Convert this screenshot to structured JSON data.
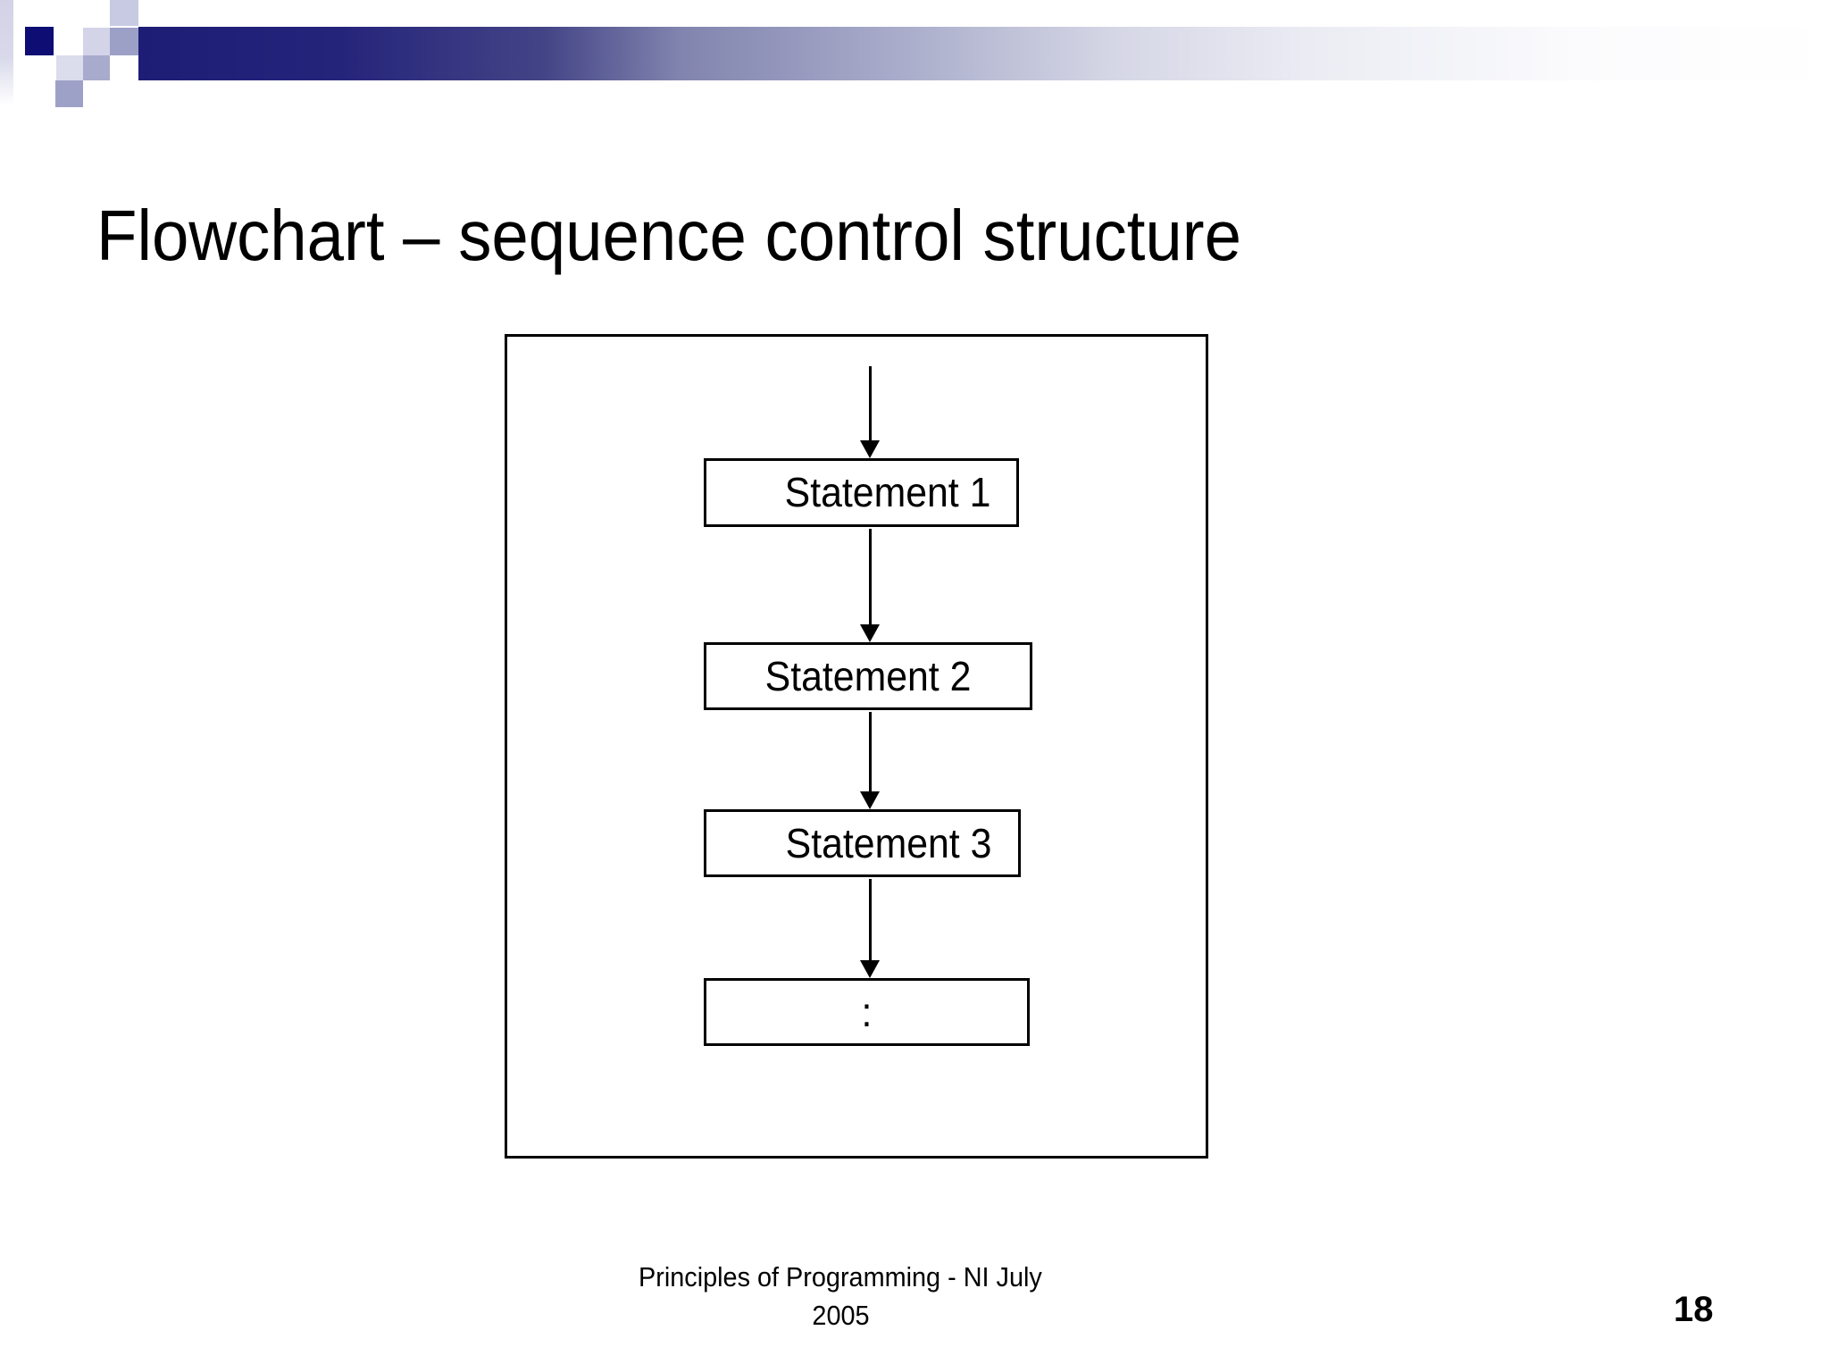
{
  "slide": {
    "title": "Flowchart – sequence control structure",
    "footer_line1": "Principles of Programming - NI July",
    "footer_line2": "2005",
    "page_number": "18"
  },
  "flowchart": {
    "boxes": [
      {
        "label": "Statement 1"
      },
      {
        "label": "Statement 2"
      },
      {
        "label": "Statement 3"
      },
      {
        "label": ":"
      }
    ],
    "connectors": [
      "arrow-down",
      "arrow-down",
      "arrow-down",
      "arrow-down"
    ]
  },
  "colors": {
    "accent_navy": "#1e1d76",
    "square_navy": "#0d0d74",
    "square_lavender_light": "#d3d4e8",
    "square_lavender_medium": "#9ca0c6",
    "text": "#000000",
    "background": "#ffffff"
  }
}
